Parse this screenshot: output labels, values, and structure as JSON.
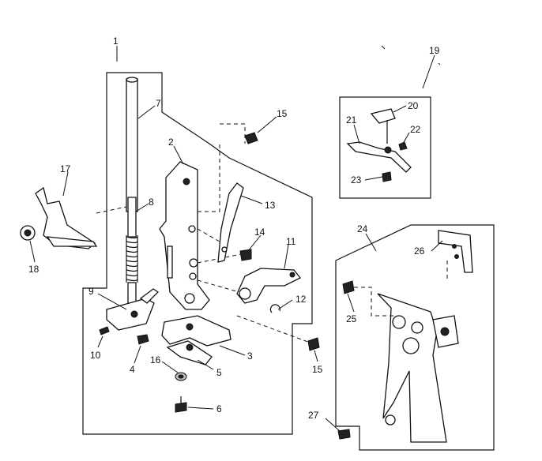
{
  "labels": {
    "l1": "1",
    "l2": "2",
    "l3": "3",
    "l4": "4",
    "l5": "5",
    "l6": "6",
    "l7": "7",
    "l8": "8",
    "l9": "9",
    "l10": "10",
    "l11": "11",
    "l12": "12",
    "l13": "13",
    "l14": "14",
    "l15a": "15",
    "l15b": "15",
    "l16": "16",
    "l17": "17",
    "l18": "18",
    "l19": "19",
    "l20": "20",
    "l21": "21",
    "l22": "22",
    "l23": "23",
    "l24": "24",
    "l25": "25",
    "l26": "26",
    "l27": "27"
  }
}
